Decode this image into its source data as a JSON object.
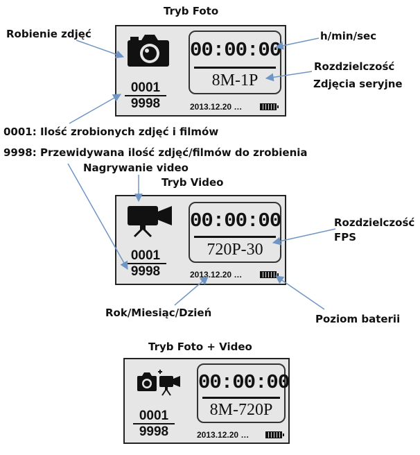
{
  "sections": {
    "photo": {
      "title": "Tryb Foto",
      "icon": "camera-icon",
      "timer": "00:00:00",
      "resolution": "8M-1P",
      "count_top": "0001",
      "count_bottom": "9998",
      "date": "2013.12.20 …"
    },
    "video": {
      "title": "Tryb Video",
      "icon": "video-camera-icon",
      "timer": "00:00:00",
      "resolution": "720P-30",
      "count_top": "0001",
      "count_bottom": "9998",
      "date": "2013.12.20 …"
    },
    "combo": {
      "title": "Tryb Foto + Video",
      "icon": "camera-plus-video-icon",
      "timer": "00:00:00",
      "resolution": "8M-720P",
      "count_top": "0001",
      "count_bottom": "9998",
      "date": "2013.12.20 …"
    }
  },
  "annotations": {
    "taking_photos": "Robienie zdjęć",
    "hms": "h/min/sec",
    "resolution_1": "Rozdzielczość",
    "burst": "Zdjęcia seryjne",
    "count_desc": "0001: Ilość zrobionych zdjęć i filmów",
    "remaining_desc": "9998: Przewidywana ilość zdjęć/filmów do zrobienia",
    "recording_video": "Nagrywanie video",
    "resolution_2": "Rozdzielczość",
    "fps": "FPS",
    "date_desc": "Rok/Miesiąc/Dzień",
    "battery_desc": "Poziom baterii"
  },
  "colors": {
    "arrow": "#6f95c4",
    "lcd_background": "#e6e6e6",
    "text": "#111111"
  }
}
